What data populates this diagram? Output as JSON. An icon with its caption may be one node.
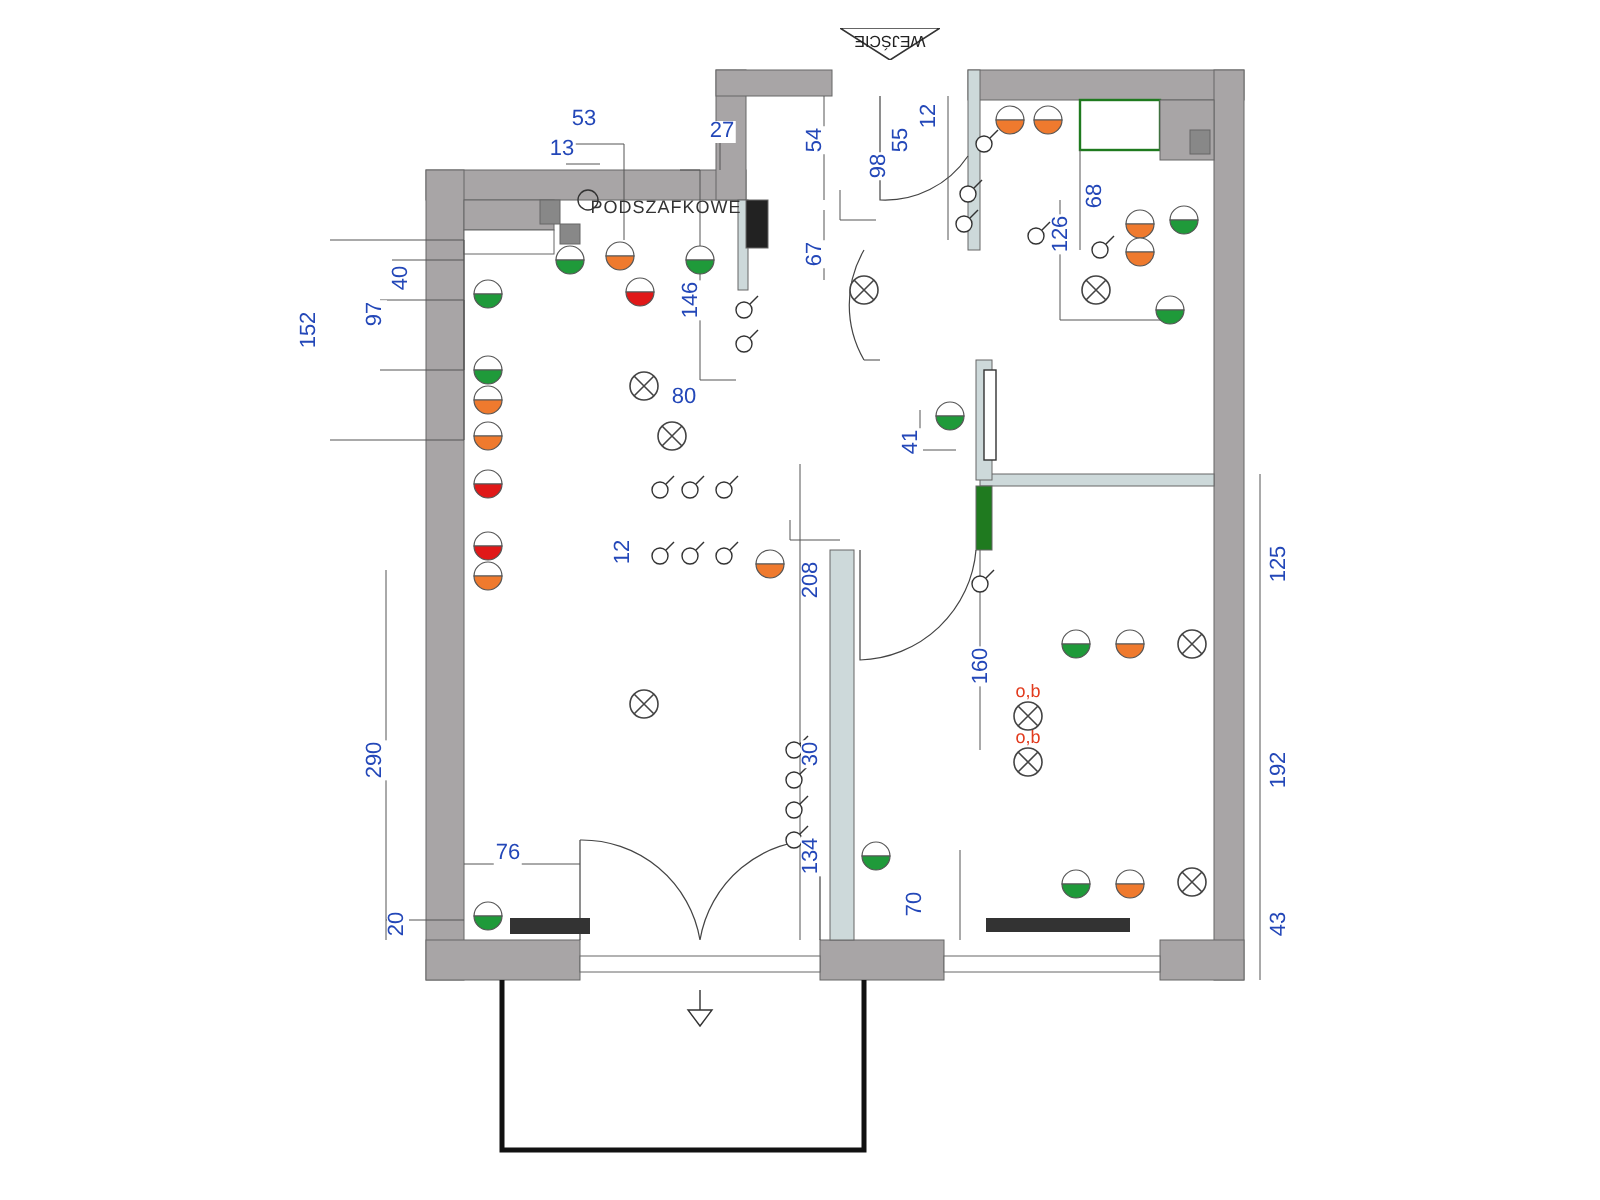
{
  "diagram": {
    "nodes": [
      {
        "text": [
          "WEJŚCIE"
        ]
      }
    ],
    "labels": [
      "53",
      "13",
      "27",
      "54",
      "55",
      "12",
      "98",
      "68",
      "PODSZAFKOWE",
      "67",
      "126",
      "40",
      "146",
      "97",
      "152",
      "80",
      "41",
      "12",
      "125",
      "208",
      "160",
      "o,b",
      "o,b",
      "290",
      "30",
      "192",
      "76",
      "134",
      "70",
      "20",
      "43"
    ]
  }
}
